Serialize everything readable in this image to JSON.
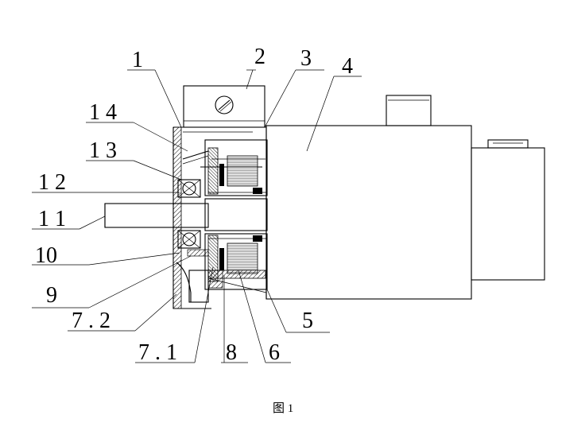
{
  "caption": "图 1",
  "labels": {
    "l1": "1",
    "l2": "2",
    "l3": "3",
    "l4": "4",
    "l14": "1 4",
    "l13": "1 3",
    "l12": "1 2",
    "l11": "1 1",
    "l10": "10",
    "l9": "9",
    "l72": "7 . 2",
    "l71": "7 . 1",
    "l8": "8",
    "l6": "6",
    "l5": "5"
  }
}
